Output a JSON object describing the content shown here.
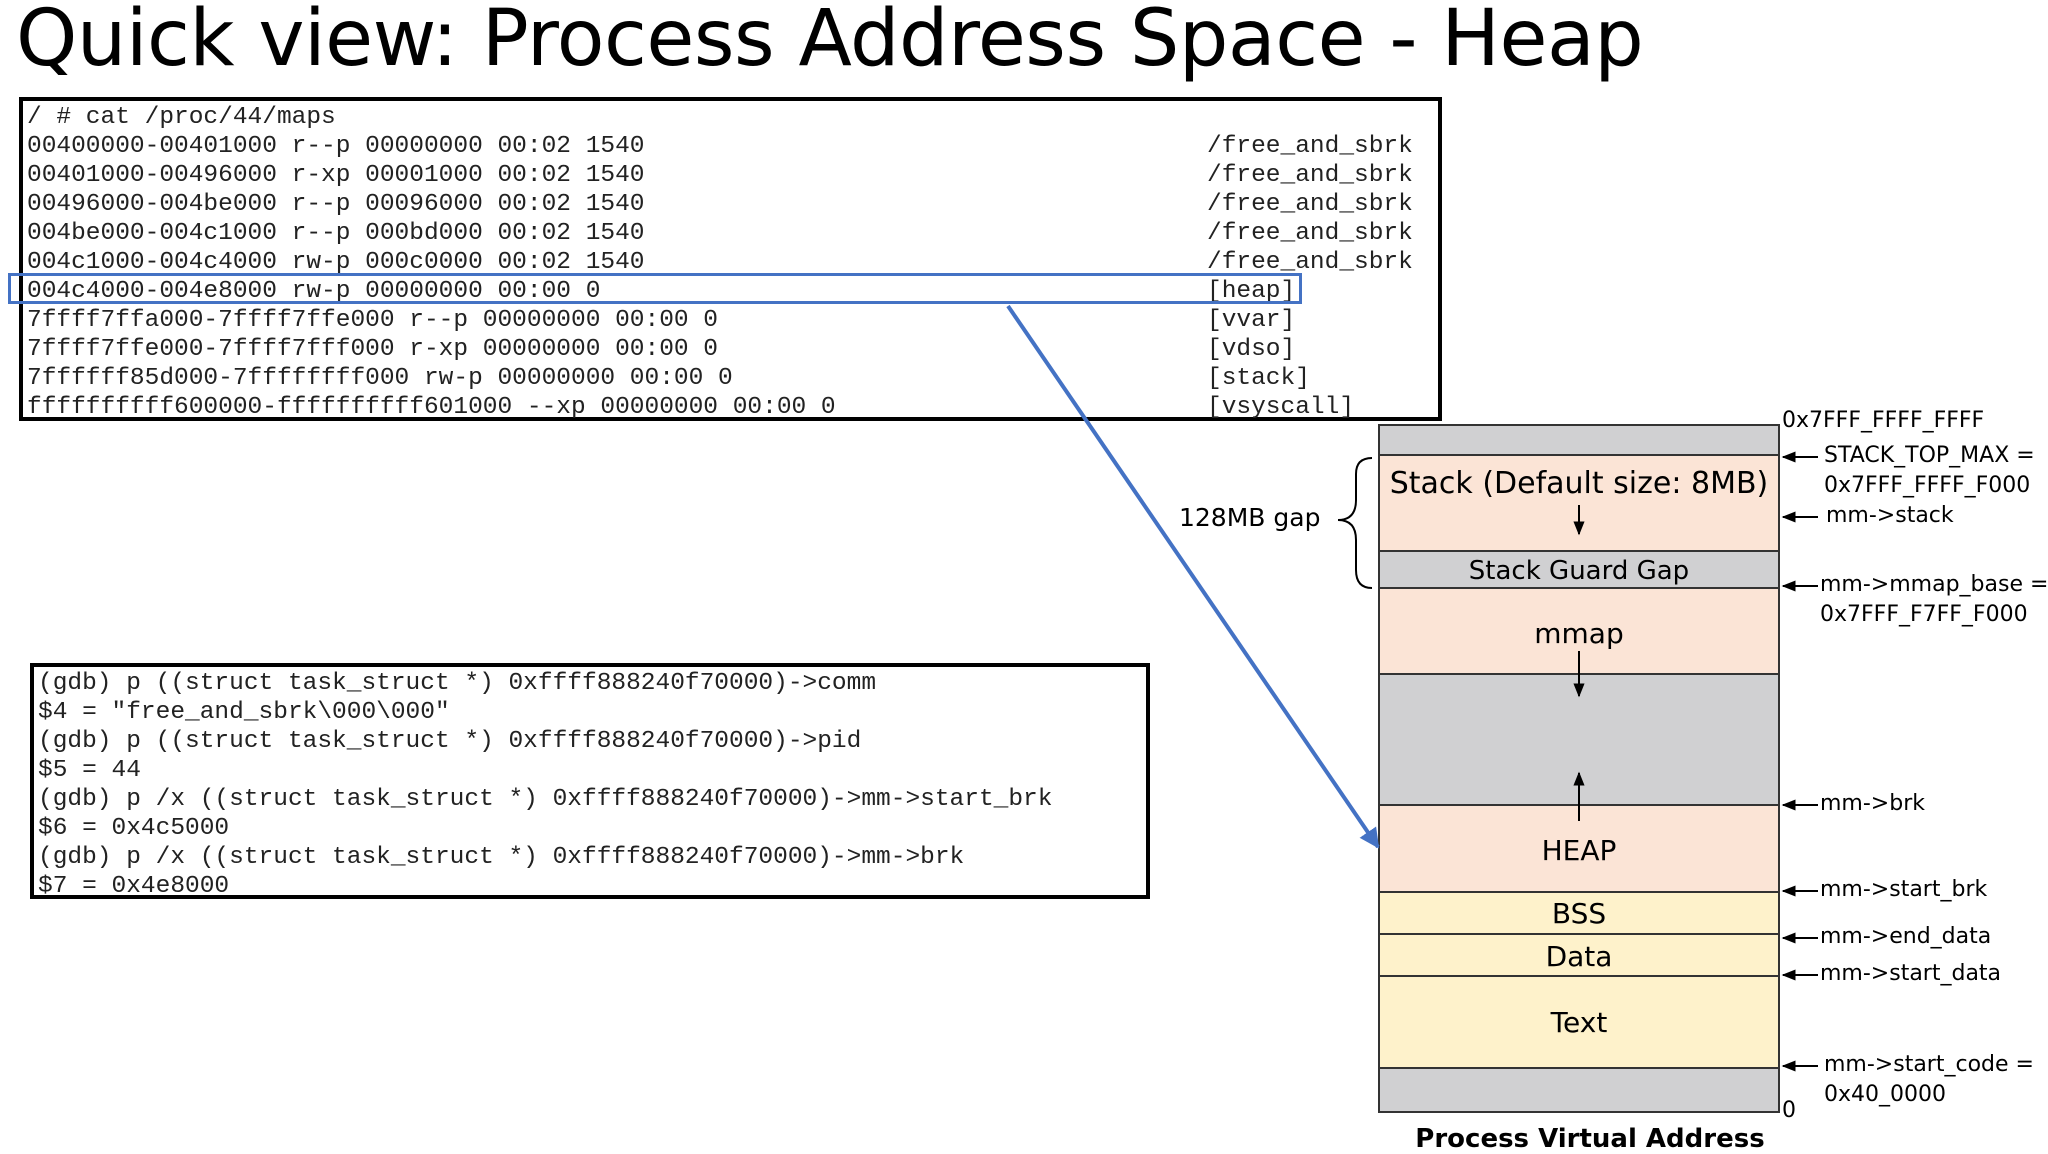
{
  "title": "Quick view: Process Address Space - Heap",
  "maps": {
    "command": "/ # cat /proc/44/maps",
    "lines": [
      {
        "text": "00400000-00401000 r--p 00000000 00:02 1540",
        "path": "/free_and_sbrk"
      },
      {
        "text": "00401000-00496000 r-xp 00001000 00:02 1540",
        "path": "/free_and_sbrk"
      },
      {
        "text": "00496000-004be000 r--p 00096000 00:02 1540",
        "path": "/free_and_sbrk"
      },
      {
        "text": "004be000-004c1000 r--p 000bd000 00:02 1540",
        "path": "/free_and_sbrk"
      },
      {
        "text": "004c1000-004c4000 rw-p 000c0000 00:02 1540",
        "path": "/free_and_sbrk"
      },
      {
        "text": "004c4000-004e8000 rw-p 00000000 00:00 0",
        "path": "[heap]"
      },
      {
        "text": "7ffff7ffa000-7ffff7ffe000 r--p 00000000 00:00 0",
        "path": "[vvar]"
      },
      {
        "text": "7ffff7ffe000-7ffff7fff000 r-xp 00000000 00:00 0",
        "path": "[vdso]"
      },
      {
        "text": "7ffffff85d000-7ffffffff000 rw-p 00000000 00:00 0",
        "path": "[stack]"
      },
      {
        "text": "ffffffffff600000-ffffffffff601000 --xp 00000000 00:00 0",
        "path": "[vsyscall]"
      }
    ]
  },
  "gdb": {
    "lines": [
      "(gdb) p ((struct task_struct *) 0xffff888240f70000)->comm",
      "$4 = \"free_and_sbrk\\000\\000\"",
      "(gdb) p ((struct task_struct *) 0xffff888240f70000)->pid",
      "$5 = 44",
      "(gdb) p /x ((struct task_struct *) 0xffff888240f70000)->mm->start_brk",
      "$6 = 0x4c5000",
      "(gdb) p /x ((struct task_struct *) 0xffff888240f70000)->mm->brk",
      "$7 = 0x4e8000"
    ]
  },
  "memory": {
    "segments": {
      "stack": "Stack (Default size: 8MB)",
      "guard": "Stack Guard Gap",
      "mmap": "mmap",
      "heap": "HEAP",
      "bss": "BSS",
      "data": "Data",
      "text": "Text"
    },
    "gap_label": "128MB gap",
    "top_address": "0x7FFF_FFFF_FFFF",
    "bottom_address": "0",
    "pointers": {
      "stack_top_max": "STACK_TOP_MAX =",
      "stack_top_max_value": "0x7FFF_FFFF_F000",
      "mm_stack": "mm->stack",
      "mmap_base": "mm->mmap_base =",
      "mmap_base_value": "0x7FFF_F7FF_F000",
      "brk": "mm->brk",
      "start_brk": "mm->start_brk",
      "end_data": "mm->end_data",
      "start_data": "mm->start_data",
      "start_code": "mm->start_code =",
      "start_code_value": "0x40_0000"
    },
    "caption": "Process Virtual Address"
  },
  "colors": {
    "gray": "#d0d0d2",
    "peach": "#fbe4d6",
    "yellow": "#fef2cb",
    "arrow_blue": "#4472c4"
  }
}
